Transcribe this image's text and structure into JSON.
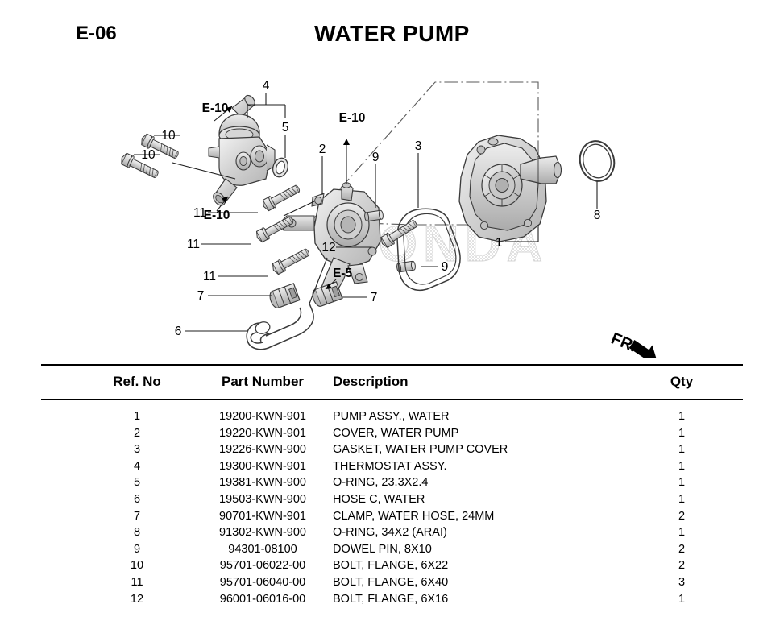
{
  "header": {
    "section_code": "E-06",
    "title": "WATER PUMP"
  },
  "diagram": {
    "orientation_label": "FR.",
    "watermark": "HONDA",
    "callouts": [
      {
        "id": "ref-10-upper",
        "label": "10"
      },
      {
        "id": "ref-10-lower",
        "label": "10"
      },
      {
        "id": "ref-4",
        "label": "4"
      },
      {
        "id": "ref-5",
        "label": "5"
      },
      {
        "id": "ref-2",
        "label": "2"
      },
      {
        "id": "ref-9-upper",
        "label": "9"
      },
      {
        "id": "ref-3",
        "label": "3"
      },
      {
        "id": "ref-8",
        "label": "8"
      },
      {
        "id": "ref-9-lower",
        "label": "9"
      },
      {
        "id": "ref-12",
        "label": "12"
      },
      {
        "id": "ref-1",
        "label": "1"
      },
      {
        "id": "ref-11-a",
        "label": "11"
      },
      {
        "id": "ref-11-b",
        "label": "11"
      },
      {
        "id": "ref-11-c",
        "label": "11"
      },
      {
        "id": "ref-7-left",
        "label": "7"
      },
      {
        "id": "ref-7-right",
        "label": "7"
      },
      {
        "id": "ref-6",
        "label": "6"
      }
    ],
    "cross_refs": [
      {
        "id": "xref-e10-top",
        "label": "E-10"
      },
      {
        "id": "xref-e10-bottom",
        "label": "E-10"
      },
      {
        "id": "xref-e10-center",
        "label": "E-10"
      },
      {
        "id": "xref-e5",
        "label": "E-5"
      }
    ]
  },
  "table": {
    "columns": [
      "Ref. No",
      "Part Number",
      "Description",
      "Qty"
    ],
    "rows": [
      {
        "ref": "1",
        "part": "19200-KWN-901",
        "desc": "PUMP ASSY., WATER",
        "qty": "1"
      },
      {
        "ref": "2",
        "part": "19220-KWN-901",
        "desc": "COVER, WATER PUMP",
        "qty": "1"
      },
      {
        "ref": "3",
        "part": "19226-KWN-900",
        "desc": "GASKET, WATER PUMP COVER",
        "qty": "1"
      },
      {
        "ref": "4",
        "part": "19300-KWN-901",
        "desc": "THERMOSTAT ASSY.",
        "qty": "1"
      },
      {
        "ref": "5",
        "part": "19381-KWN-900",
        "desc": "O-RING, 23.3X2.4",
        "qty": "1"
      },
      {
        "ref": "6",
        "part": "19503-KWN-900",
        "desc": "HOSE C, WATER",
        "qty": "1"
      },
      {
        "ref": "7",
        "part": "90701-KWN-901",
        "desc": "CLAMP, WATER HOSE, 24MM",
        "qty": "2"
      },
      {
        "ref": "8",
        "part": "91302-KWN-900",
        "desc": "O-RING, 34X2 (ARAI)",
        "qty": "1"
      },
      {
        "ref": "9",
        "part": "94301-08100",
        "desc": "DOWEL PIN, 8X10",
        "qty": "2"
      },
      {
        "ref": "10",
        "part": "95701-06022-00",
        "desc": "BOLT, FLANGE, 6X22",
        "qty": "2"
      },
      {
        "ref": "11",
        "part": "95701-06040-00",
        "desc": "BOLT, FLANGE, 6X40",
        "qty": "3"
      },
      {
        "ref": "12",
        "part": "96001-06016-00",
        "desc": "BOLT, FLANGE, 6X16",
        "qty": "1"
      }
    ]
  },
  "colors": {
    "line": "#3a3a3a",
    "fill_light": "#e8e8e8",
    "fill_mid": "#cfcfcf",
    "watermark": "#d8d8d8",
    "rule": "#000000"
  }
}
